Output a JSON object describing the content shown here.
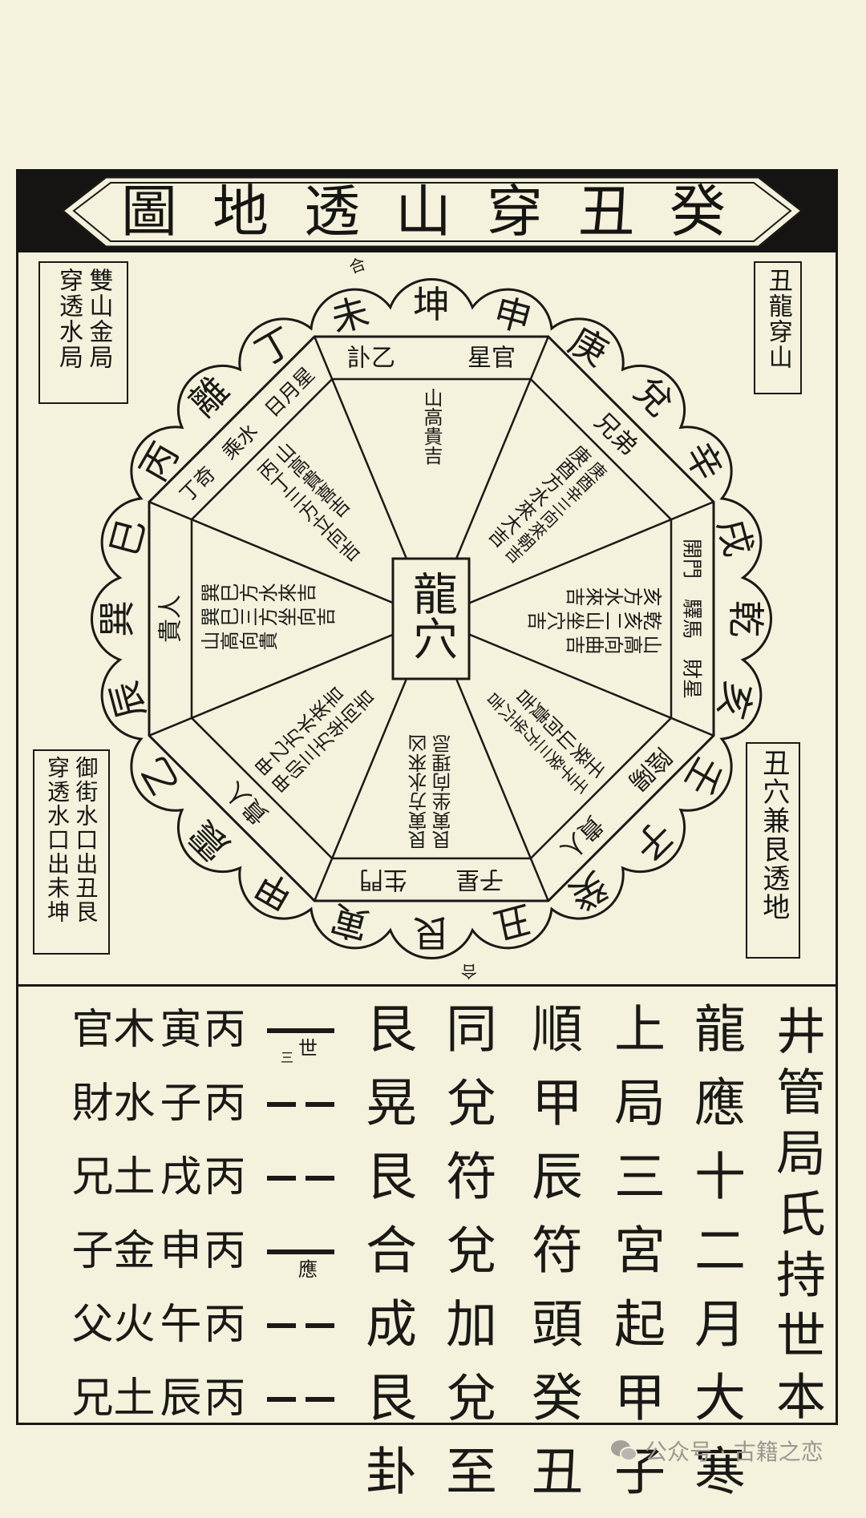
{
  "title": "癸丑穿山透地圖",
  "side_notes": {
    "top_left": [
      "雙山金局",
      "穿透水局"
    ],
    "top_right": [
      "丑龍穿山"
    ],
    "bottom_left": [
      "御街水口出丑艮",
      "穿透水口出未坤"
    ],
    "bottom_right": [
      "丑穴兼艮透地"
    ]
  },
  "center_label": "龍穴",
  "ring_mountains": [
    "坤",
    "申",
    "庚",
    "兌",
    "辛",
    "戌",
    "乾",
    "亥",
    "壬",
    "子",
    "癸",
    "丑",
    "艮",
    "寅",
    "甲",
    "震",
    "乙",
    "辰",
    "巽",
    "巳",
    "丙",
    "離",
    "丁",
    "未"
  ],
  "ring_marks": [
    "合",
    "合"
  ],
  "sectors": [
    {
      "band": "訃乙　　　星官",
      "cols": [
        "山高貴吉"
      ]
    },
    {
      "band": "兄弟",
      "cols": [
        "庚酉辛三向來朝吉",
        "庚酉方水來大吉"
      ]
    },
    {
      "band": "開門　驛馬　財星",
      "cols": [
        "山高向曲吉",
        "乾亥二山坐穴吉",
        "亥方水來吉"
      ]
    },
    {
      "band": "陰陽　　貴人",
      "cols": [
        "壬子癸三方坐穴吉",
        "壬癸山向貴吉"
      ]
    },
    {
      "band": "子星　　生門",
      "cols": [
        "艮寅方水來凶",
        "艮寅坐向理忌"
      ]
    },
    {
      "band": "貴人",
      "cols": [
        "甲乙方水來吉",
        "甲卯三方坐向吉"
      ]
    },
    {
      "band": "貴人",
      "cols": [
        "巽巳方水來吉",
        "巽巳三方坐向吉",
        "山高向貴"
      ]
    },
    {
      "band": "丁奇　乘水　日月星",
      "cols": [
        "山高貴喜吉",
        "丙丁三方立向吉"
      ]
    }
  ],
  "text_columns": [
    "井管局氏持世本",
    "龍應十二月大寒",
    "上局三宮起甲子",
    "順甲辰符頭癸丑",
    "同兌符兌加兌至",
    "艮晃艮合成艮卦"
  ],
  "hexagram": {
    "lines": [
      "yang",
      "yin",
      "yin",
      "yang",
      "yin",
      "yin"
    ],
    "shi_label": "世",
    "shi_num": "三",
    "ying_label": "應"
  },
  "table_columns": [
    "丙丙丙丙丙丙",
    "寅子戌申午辰",
    "木水土金火土",
    "官財兄子父兄"
  ],
  "watermark": "公众号 · 古籍之恋"
}
